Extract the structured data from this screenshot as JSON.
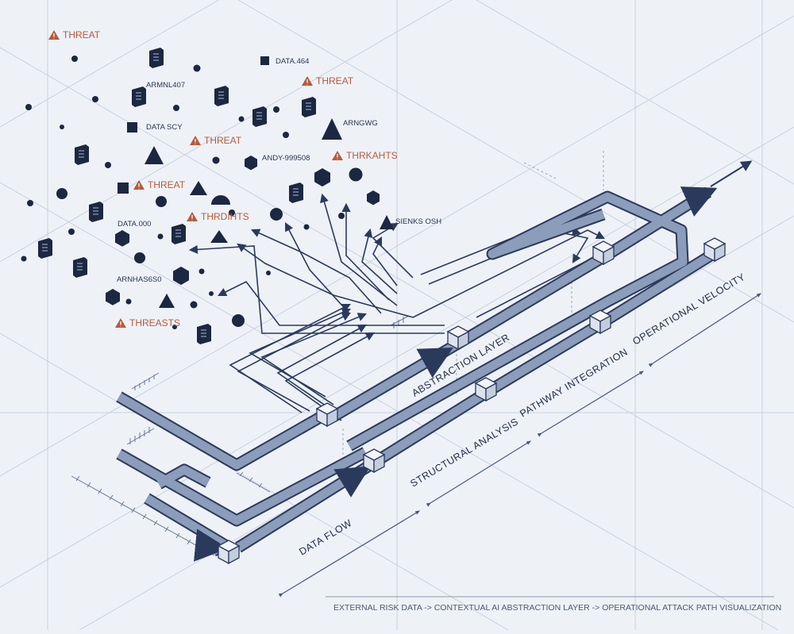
{
  "threat_labels": [
    "THREAT",
    "THREAT",
    "THREAT",
    "THREAT",
    "THRDIHTS",
    "THRKAHTS",
    "THREASTS"
  ],
  "node_labels": [
    "DATA.464",
    "ARMNL407",
    "DATA SCY",
    "ARNGWG",
    "ANDY-999508",
    "DATA.000",
    "ARNHAS6S0",
    "SIENKS OSH"
  ],
  "stages": [
    "DATA FLOW",
    "STRUCTURAL ANALYSIS",
    "PATHWAY INTEGRATION",
    "OPERATIONAL VELOCITY",
    "ABSTRACTION LAYER"
  ],
  "caption": "EXTERNAL RISK DATA -> CONTEXTUAL AI ABSTRACTION LAYER -> OPERATIONAL ATTACK PATH VISUALIZATION",
  "colors": {
    "background": "#eef2f7",
    "node": "#1c2741",
    "threat": "#b8593c",
    "pipe_fill": "#8c9dbc",
    "pipe_stroke": "#2b3a5c",
    "grid": "#c9d1de"
  },
  "icons": [
    "warning-triangle-icon",
    "server-icon",
    "cube-icon",
    "arrow-icon"
  ]
}
